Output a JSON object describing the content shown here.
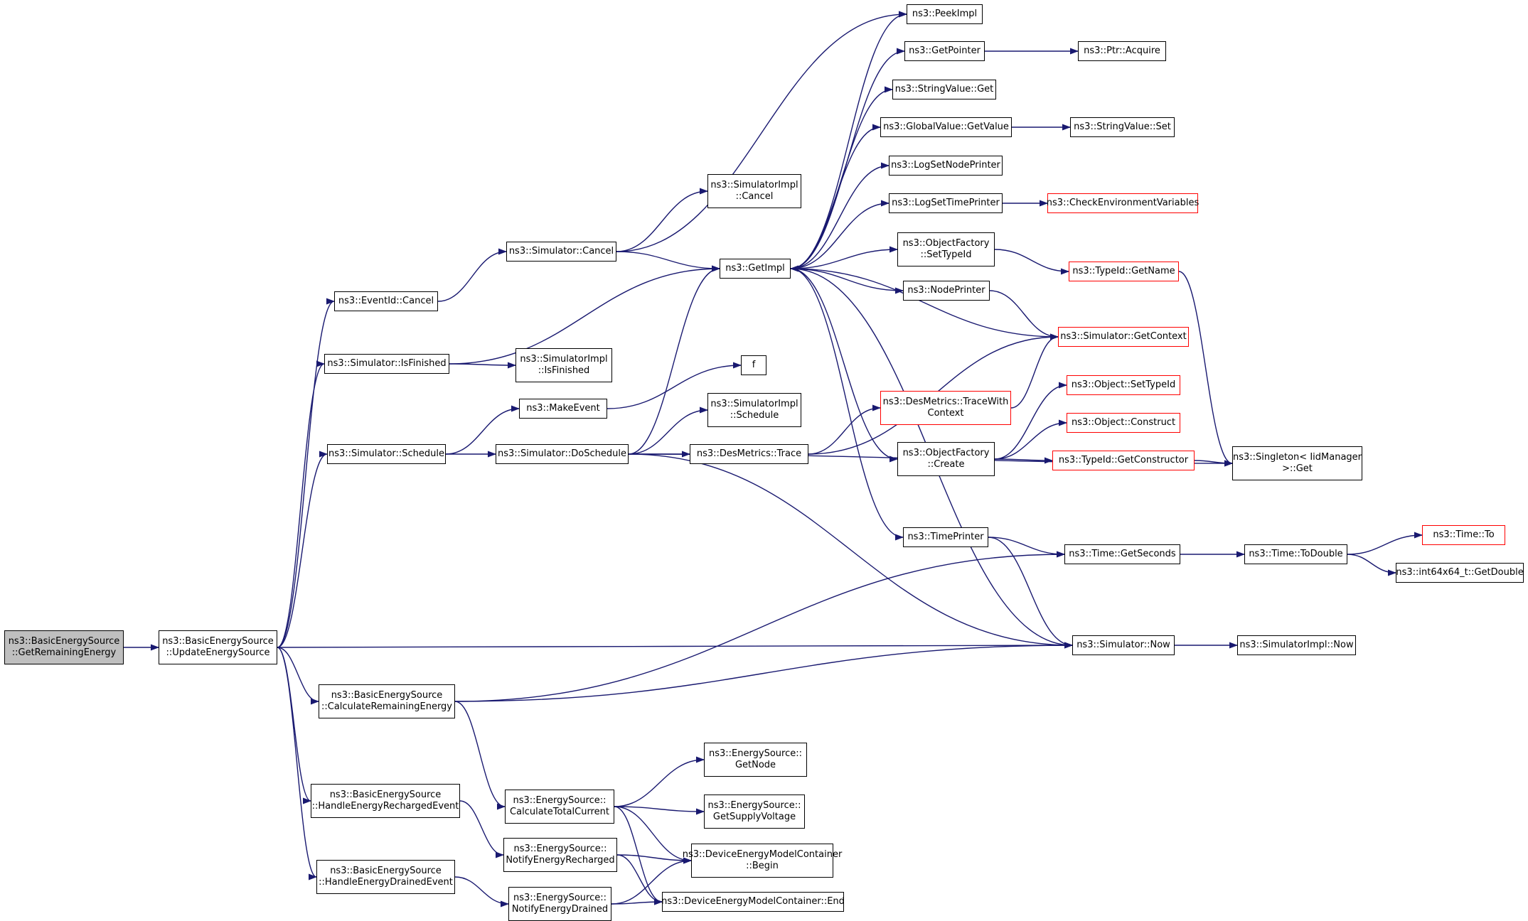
{
  "graph": {
    "colors": {
      "edge": "#191970",
      "node_border": "#000000",
      "truncated_border": "#ff0000",
      "root_fill": "#bfbfbf"
    },
    "nodes": [
      {
        "id": "root",
        "lines": [
          "ns3::BasicEnergySource",
          "::GetRemainingEnergy"
        ],
        "style": "root"
      },
      {
        "id": "update",
        "lines": [
          "ns3::BasicEnergySource",
          "::UpdateEnergySource"
        ]
      },
      {
        "id": "eventcancel",
        "lines": [
          "ns3::EventId::Cancel"
        ]
      },
      {
        "id": "isfinished",
        "lines": [
          "ns3::Simulator::IsFinished"
        ]
      },
      {
        "id": "schedule",
        "lines": [
          "ns3::Simulator::Schedule"
        ]
      },
      {
        "id": "calcrem",
        "lines": [
          "ns3::BasicEnergySource",
          "::CalculateRemainingEnergy"
        ]
      },
      {
        "id": "handlerecharged",
        "lines": [
          "ns3::BasicEnergySource",
          "::HandleEnergyRechargedEvent"
        ]
      },
      {
        "id": "handledrained",
        "lines": [
          "ns3::BasicEnergySource",
          "::HandleEnergyDrainedEvent"
        ]
      },
      {
        "id": "simcancel",
        "lines": [
          "ns3::Simulator::Cancel"
        ]
      },
      {
        "id": "implisfinished",
        "lines": [
          "ns3::SimulatorImpl",
          "::IsFinished"
        ]
      },
      {
        "id": "makeevent",
        "lines": [
          "ns3::MakeEvent"
        ]
      },
      {
        "id": "doschedule",
        "lines": [
          "ns3::Simulator::DoSchedule"
        ]
      },
      {
        "id": "calctotal",
        "lines": [
          "ns3::EnergySource::",
          "CalculateTotalCurrent"
        ]
      },
      {
        "id": "notifyrecharged",
        "lines": [
          "ns3::EnergySource::",
          "NotifyEnergyRecharged"
        ]
      },
      {
        "id": "notifydrained",
        "lines": [
          "ns3::EnergySource::",
          "NotifyEnergyDrained"
        ]
      },
      {
        "id": "implcancel",
        "lines": [
          "ns3::SimulatorImpl",
          "::Cancel"
        ]
      },
      {
        "id": "getimpl",
        "lines": [
          "ns3::GetImpl"
        ]
      },
      {
        "id": "f",
        "lines": [
          "f"
        ]
      },
      {
        "id": "implschedule",
        "lines": [
          "ns3::SimulatorImpl",
          "::Schedule"
        ]
      },
      {
        "id": "desmtrace",
        "lines": [
          "ns3::DesMetrics::Trace"
        ]
      },
      {
        "id": "getnode",
        "lines": [
          "ns3::EnergySource::",
          "GetNode"
        ]
      },
      {
        "id": "getsupply",
        "lines": [
          "ns3::EnergySource::",
          "GetSupplyVoltage"
        ]
      },
      {
        "id": "dembegin",
        "lines": [
          "ns3::DeviceEnergyModelContainer",
          "::Begin"
        ]
      },
      {
        "id": "demend",
        "lines": [
          "ns3::DeviceEnergyModelContainer::End"
        ]
      },
      {
        "id": "peekimpl",
        "lines": [
          "ns3::PeekImpl"
        ]
      },
      {
        "id": "getpointer",
        "lines": [
          "ns3::GetPointer"
        ]
      },
      {
        "id": "strget",
        "lines": [
          "ns3::StringValue::Get"
        ]
      },
      {
        "id": "gvgetvalue",
        "lines": [
          "ns3::GlobalValue::GetValue"
        ]
      },
      {
        "id": "logsetnode",
        "lines": [
          "ns3::LogSetNodePrinter"
        ]
      },
      {
        "id": "logsettime",
        "lines": [
          "ns3::LogSetTimePrinter"
        ]
      },
      {
        "id": "ofsettypeid",
        "lines": [
          "ns3::ObjectFactory",
          "::SetTypeId"
        ]
      },
      {
        "id": "nodeprinter",
        "lines": [
          "ns3::NodePrinter"
        ]
      },
      {
        "id": "tracewith",
        "lines": [
          "ns3::DesMetrics::TraceWith",
          "Context"
        ],
        "style": "red"
      },
      {
        "id": "ofcreate",
        "lines": [
          "ns3::ObjectFactory",
          "::Create"
        ]
      },
      {
        "id": "timeprinter",
        "lines": [
          "ns3::TimePrinter"
        ]
      },
      {
        "id": "ptracquire",
        "lines": [
          "ns3::Ptr::Acquire"
        ]
      },
      {
        "id": "strset",
        "lines": [
          "ns3::StringValue::Set"
        ]
      },
      {
        "id": "checkenv",
        "lines": [
          "ns3::CheckEnvironmentVariables"
        ],
        "style": "red"
      },
      {
        "id": "typeidgetname",
        "lines": [
          "ns3::TypeId::GetName"
        ],
        "style": "red"
      },
      {
        "id": "getcontext",
        "lines": [
          "ns3::Simulator::GetContext"
        ],
        "style": "red"
      },
      {
        "id": "objsettypeid",
        "lines": [
          "ns3::Object::SetTypeId"
        ],
        "style": "red"
      },
      {
        "id": "objconstruct",
        "lines": [
          "ns3::Object::Construct"
        ],
        "style": "red"
      },
      {
        "id": "getconstructor",
        "lines": [
          "ns3::TypeId::GetConstructor"
        ],
        "style": "red"
      },
      {
        "id": "singleton",
        "lines": [
          "ns3::Singleton< IidManager",
          ">::Get"
        ]
      },
      {
        "id": "getseconds",
        "lines": [
          "ns3::Time::GetSeconds"
        ]
      },
      {
        "id": "simnow",
        "lines": [
          "ns3::Simulator::Now"
        ]
      },
      {
        "id": "todouble",
        "lines": [
          "ns3::Time::ToDouble"
        ]
      },
      {
        "id": "timeto",
        "lines": [
          "ns3::Time::To"
        ],
        "style": "red"
      },
      {
        "id": "int64getdouble",
        "lines": [
          "ns3::int64x64_t::GetDouble"
        ]
      },
      {
        "id": "implnow",
        "lines": [
          "ns3::SimulatorImpl::Now"
        ]
      }
    ],
    "edges": [
      [
        "root",
        "update"
      ],
      [
        "update",
        "eventcancel"
      ],
      [
        "update",
        "isfinished"
      ],
      [
        "update",
        "schedule"
      ],
      [
        "update",
        "calcrem"
      ],
      [
        "update",
        "handlerecharged"
      ],
      [
        "update",
        "handledrained"
      ],
      [
        "update",
        "simnow"
      ],
      [
        "eventcancel",
        "simcancel"
      ],
      [
        "simcancel",
        "implcancel"
      ],
      [
        "simcancel",
        "getimpl"
      ],
      [
        "simcancel",
        "peekimpl"
      ],
      [
        "isfinished",
        "implisfinished"
      ],
      [
        "isfinished",
        "getimpl"
      ],
      [
        "schedule",
        "makeevent"
      ],
      [
        "schedule",
        "doschedule"
      ],
      [
        "makeevent",
        "f"
      ],
      [
        "doschedule",
        "implschedule"
      ],
      [
        "doschedule",
        "desmtrace"
      ],
      [
        "doschedule",
        "getimpl"
      ],
      [
        "doschedule",
        "simnow"
      ],
      [
        "doschedule",
        "singleton"
      ],
      [
        "desmtrace",
        "tracewith"
      ],
      [
        "desmtrace",
        "getcontext"
      ],
      [
        "tracewith",
        "getcontext"
      ],
      [
        "calcrem",
        "getseconds"
      ],
      [
        "calcrem",
        "simnow"
      ],
      [
        "calcrem",
        "calctotal"
      ],
      [
        "calctotal",
        "getnode"
      ],
      [
        "calctotal",
        "getsupply"
      ],
      [
        "calctotal",
        "dembegin"
      ],
      [
        "calctotal",
        "demend"
      ],
      [
        "handlerecharged",
        "notifyrecharged"
      ],
      [
        "handledrained",
        "notifydrained"
      ],
      [
        "notifyrecharged",
        "dembegin"
      ],
      [
        "notifyrecharged",
        "demend"
      ],
      [
        "notifydrained",
        "dembegin"
      ],
      [
        "notifydrained",
        "demend"
      ],
      [
        "getimpl",
        "peekimpl"
      ],
      [
        "getimpl",
        "getpointer"
      ],
      [
        "getimpl",
        "strget"
      ],
      [
        "getimpl",
        "gvgetvalue"
      ],
      [
        "getimpl",
        "logsetnode"
      ],
      [
        "getimpl",
        "logsettime"
      ],
      [
        "getimpl",
        "ofsettypeid"
      ],
      [
        "getimpl",
        "nodeprinter"
      ],
      [
        "getimpl",
        "ofcreate"
      ],
      [
        "getimpl",
        "timeprinter"
      ],
      [
        "getcontext",
        "getimpl"
      ],
      [
        "simnow",
        "getimpl"
      ],
      [
        "getpointer",
        "ptracquire"
      ],
      [
        "gvgetvalue",
        "strset"
      ],
      [
        "logsettime",
        "checkenv"
      ],
      [
        "ofsettypeid",
        "typeidgetname"
      ],
      [
        "typeidgetname",
        "singleton"
      ],
      [
        "nodeprinter",
        "getcontext"
      ],
      [
        "ofcreate",
        "objsettypeid"
      ],
      [
        "ofcreate",
        "objconstruct"
      ],
      [
        "ofcreate",
        "getconstructor"
      ],
      [
        "getconstructor",
        "singleton"
      ],
      [
        "timeprinter",
        "getseconds"
      ],
      [
        "timeprinter",
        "simnow"
      ],
      [
        "getseconds",
        "todouble"
      ],
      [
        "todouble",
        "timeto"
      ],
      [
        "todouble",
        "int64getdouble"
      ],
      [
        "simnow",
        "implnow"
      ]
    ]
  }
}
